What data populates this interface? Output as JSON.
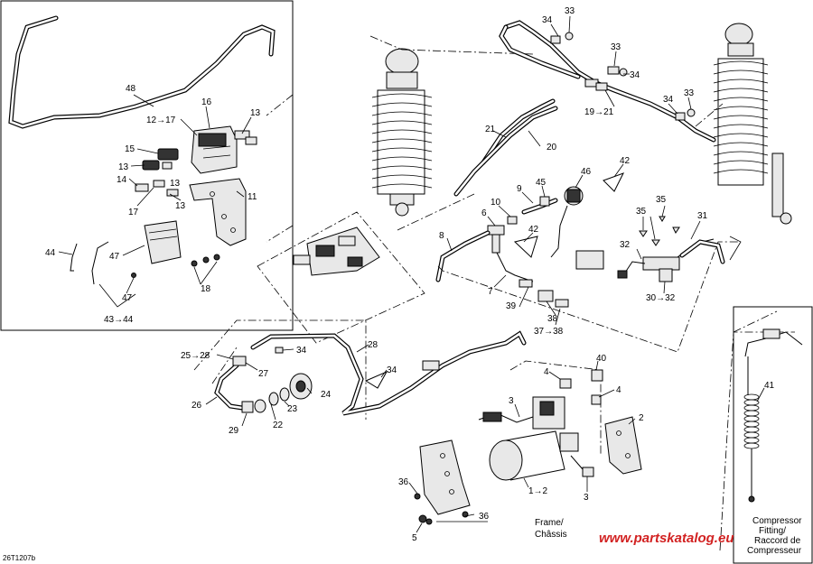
{
  "diagram": {
    "code": "26T1207b",
    "watermark": "www.partskatalog.eu",
    "labels": {
      "n48": "48",
      "n16": "16",
      "n12_17": "12→17",
      "n13a": "13",
      "n15": "15",
      "n13b": "13",
      "n14": "14",
      "n13c": "13",
      "n17": "17",
      "n13d": "13",
      "n11": "11",
      "n44": "44",
      "n47a": "47",
      "n47b": "47",
      "n18": "18",
      "n43_44": "43→44",
      "n34a": "34",
      "n33a": "33",
      "n33b": "33",
      "n34b": "34",
      "n34c": "34",
      "n33c": "33",
      "n19_21": "19→21",
      "n21": "21",
      "n20": "20",
      "n46": "46",
      "n42a": "42",
      "n45": "45",
      "n9": "9",
      "n10": "10",
      "n6": "6",
      "n42b": "42",
      "n8": "8",
      "n7": "7",
      "n39": "39",
      "n38": "38",
      "n37_38": "37→38",
      "n35a": "35",
      "n35b": "35",
      "n31": "31",
      "n32": "32",
      "n30_32": "30→32",
      "n25_28": "25→28",
      "n34d": "34",
      "n28": "28",
      "n27": "27",
      "n34e": "34",
      "n26": "26",
      "n29": "29",
      "n22": "22",
      "n23": "23",
      "n24": "24",
      "n40": "40",
      "n4a": "4",
      "n4b": "4",
      "n3a": "3",
      "n2": "2",
      "n1_2": "1→2",
      "n3b": "3",
      "n36a": "36",
      "n36b": "36",
      "n5": "5",
      "n41": "41"
    },
    "frame_label": [
      "Frame/",
      "Châssis"
    ],
    "compressor_label": [
      "Compressor",
      "Fitting/",
      "Raccord de",
      "Compresseur"
    ]
  }
}
